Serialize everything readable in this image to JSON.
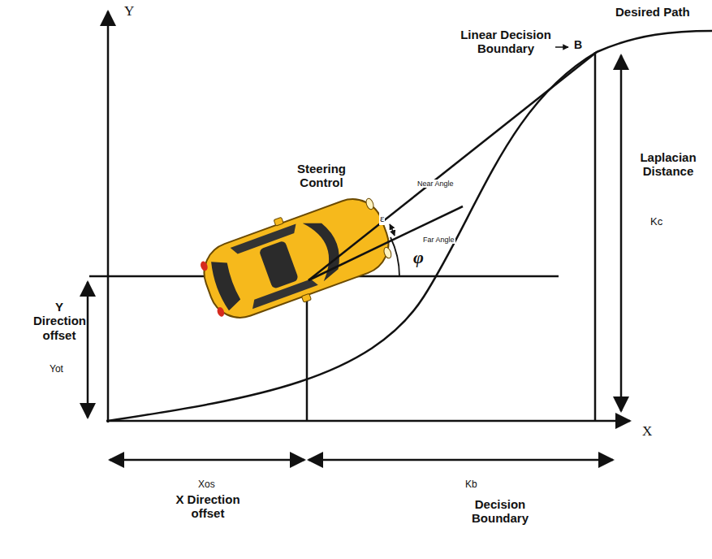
{
  "diagram": {
    "labels": [
      "Y",
      "X",
      "Desired Path",
      "Linear Decision Boundary",
      "B",
      "Steering Control",
      "Near Angle",
      "ε",
      "Far Angle",
      "φ",
      "Laplacian Distance",
      "Kc",
      "Y Direction offset",
      "Yot",
      "Xos",
      "X Direction offset",
      "Kb",
      "Decision Boundary"
    ]
  }
}
